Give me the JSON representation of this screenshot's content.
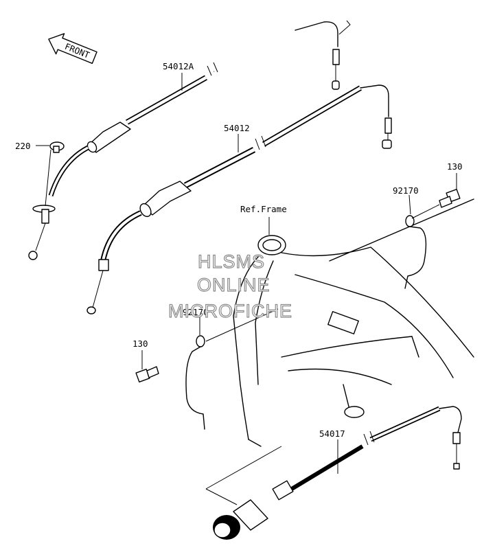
{
  "orientation": {
    "front_label": "FRONT"
  },
  "parts": {
    "throttle_cable_a": "54012A",
    "throttle_cable": "54012",
    "choke_cable": "54017",
    "screw": "220",
    "bolt_right": "130",
    "bolt_left": "130",
    "clamp_right": "92170",
    "clamp_left": "92170",
    "frame_ref": "Ref.Frame"
  },
  "watermark": {
    "line1": "HLSMS",
    "line2": "ONLINE",
    "line3": "MICROFICHE"
  }
}
